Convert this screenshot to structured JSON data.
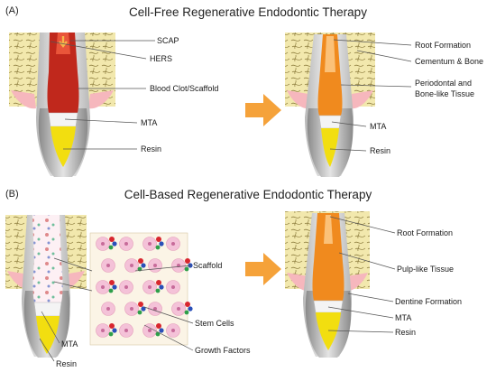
{
  "panel_a": {
    "tag": "(A)",
    "title": "Cell-Free Regenerative Endodontic Therapy",
    "left_labels": [
      "SCAP",
      "HERS",
      "Blood Clot/Scaffold",
      "MTA",
      "Resin"
    ],
    "right_labels": [
      "Root Formation",
      "Cementum & Bone",
      "Periodontal and",
      "Bone-like Tissue",
      "MTA",
      "Resin"
    ]
  },
  "panel_b": {
    "tag": "(B)",
    "title": "Cell-Based Regenerative Endodontic Therapy",
    "left_labels": [
      "MTA",
      "Resin"
    ],
    "inset_labels": [
      "Scaffold",
      "Stem Cells",
      "Growth  Factors"
    ],
    "right_labels": [
      "Root Formation",
      "Pulp-like Tissue",
      "Dentine Formation",
      "MTA",
      "Resin"
    ]
  },
  "colors": {
    "bone": "#f1e6a8",
    "blood_clot": "#c0281c",
    "regenerated_tissue": "#f08a1e",
    "mta": "#f3f3f3",
    "resin": "#f2de10",
    "arrow": "#f5a23a",
    "cell_pink": "#f4c2d8",
    "stem_cell_red": "#d8262e",
    "growth_factor_blue": "#2a4fb8",
    "growth_factor_green": "#2e9e4a"
  }
}
